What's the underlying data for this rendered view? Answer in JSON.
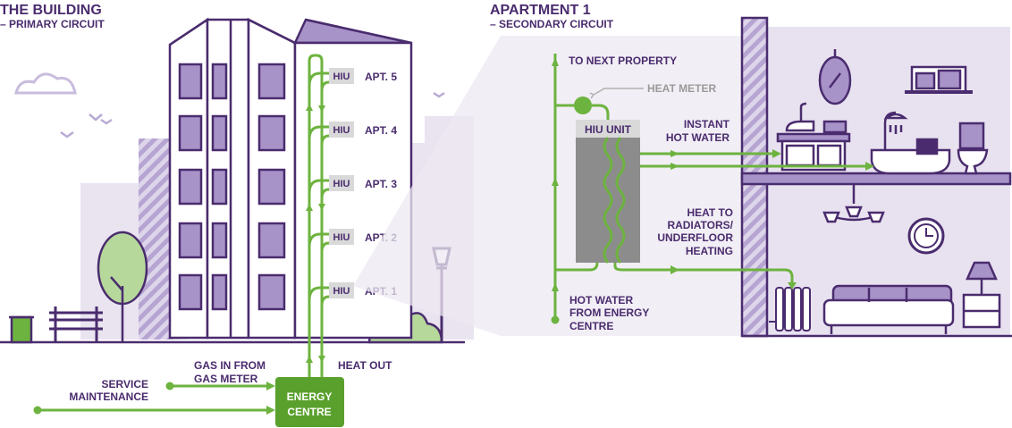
{
  "building": {
    "title": "THE BUILDING",
    "subtitle": "– PRIMARY CIRCUIT",
    "hiu_label": "HIU",
    "apartments": [
      "APT. 5",
      "APT. 4",
      "APT. 3",
      "APT. 2",
      "APT. 1"
    ],
    "energy_centre": [
      "ENERGY",
      "CENTRE"
    ],
    "heat_out": "HEAT OUT",
    "gas_in": [
      "GAS IN FROM",
      "GAS METER"
    ],
    "service": [
      "SERVICE",
      "MAINTENANCE"
    ]
  },
  "apartment": {
    "title": "APARTMENT 1",
    "subtitle": "– SECONDARY CIRCUIT",
    "to_next_property": "TO NEXT PROPERTY",
    "heat_meter": "HEAT METER",
    "hiu_unit": "HIU UNIT",
    "instant_hot_water": [
      "INSTANT",
      "HOT WATER"
    ],
    "heat_to": [
      "HEAT TO",
      "RADIATORS/",
      "UNDERFLOOR",
      "HEATING"
    ],
    "hot_water_from": [
      "HOT WATER",
      "FROM ENERGY",
      "CENTRE"
    ]
  },
  "colors": {
    "purple_dark": "#4a2c6e",
    "purple_mid": "#a893c8",
    "purple_light": "#e7e1ef",
    "green": "#6db33f",
    "green_dark": "#5aa02c",
    "grey": "#8c8c8c",
    "grey_light": "#d9d9d9"
  }
}
